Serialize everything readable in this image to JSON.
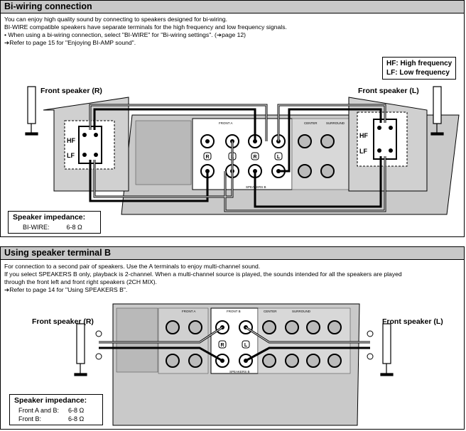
{
  "section1": {
    "title": "Bi-wiring connection",
    "lines": [
      "You can enjoy high quality sound by connecting to speakers designed for bi-wiring.",
      "BI-WIRE compatible speakers have separate terminals for the high frequency and low frequency signals.",
      "• When using a bi-wiring connection, select \"BI-WIRE\" for \"Bi-wiring settings\". (➔page 12)",
      "➔Refer to page 15 for \"Enjoying BI-AMP sound\"."
    ],
    "legend": {
      "hf": "HF: High frequency",
      "lf": "LF: Low frequency"
    },
    "speaker_right_label": "Front speaker (R)",
    "speaker_left_label": "Front speaker (L)",
    "hf": "HF",
    "lf": "LF",
    "impedance": {
      "title": "Speaker impedance:",
      "row_label": "BI-WIRE:",
      "row_value": "6-8 Ω"
    }
  },
  "section2": {
    "title": "Using speaker terminal B",
    "lines": [
      "For connection to a second pair of speakers. Use the A terminals to enjoy multi-channel sound.",
      "If you select SPEAKERS B only, playback is 2-channel. When a multi-channel source is played, the sounds intended for all the speakers are played",
      "through the front left and front right speakers (2CH MIX).",
      "➔Refer to page 14 for \"Using SPEAKERS B\"."
    ],
    "speaker_right_label": "Front speaker (R)",
    "speaker_left_label": "Front speaker (L)",
    "impedance": {
      "title": "Speaker impedance:",
      "rows": [
        {
          "label": "Front A and B:",
          "value": "6-8 Ω"
        },
        {
          "label": "Front B:",
          "value": "6-8 Ω"
        }
      ]
    }
  },
  "terminals": {
    "front_a": "FRONT A",
    "front_b": "FRONT B",
    "center": "CENTER",
    "surround": "SURROUND",
    "speakers_b": "SPEAKERS B",
    "r": "R",
    "l": "L"
  }
}
